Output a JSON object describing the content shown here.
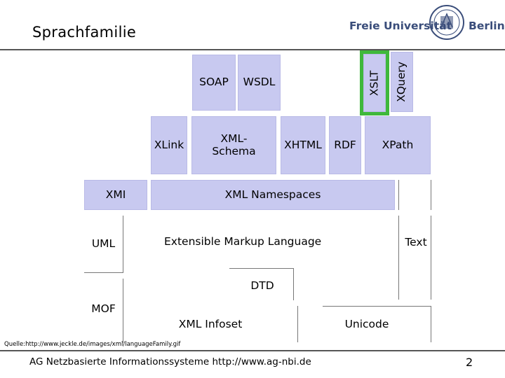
{
  "slide": {
    "title": "Sprachfamilie",
    "source": "Quelle:http://www.jeckle.de/images/xml/languageFamily.gif",
    "footer": "AG Netzbasierte Informationssysteme http://www.ag-nbi.de",
    "page_number": "2"
  },
  "logo": {
    "left_text": "Freie Universität",
    "right_text": "Berlin"
  },
  "diagram": {
    "soap": "SOAP",
    "wsdl": "WSDL",
    "xslt": "XSLT",
    "xquery": "XQuery",
    "xlink": "XLink",
    "xml_schema_line1": "XML-",
    "xml_schema_line2": "Schema",
    "xhtml": "XHTML",
    "rdf": "RDF",
    "xpath": "XPath",
    "xmi": "XMI",
    "xml_namespaces": "XML Namespaces",
    "uml": "UML",
    "extensible_markup_language": "Extensible Markup Language",
    "text": "Text",
    "dtd": "DTD",
    "mof": "MOF",
    "xml_infoset": "XML Infoset",
    "unicode": "Unicode"
  },
  "colors": {
    "box_fill": "#c8c9f0",
    "highlight": "#3fb83b",
    "logo_text": "#3a4d7a"
  }
}
